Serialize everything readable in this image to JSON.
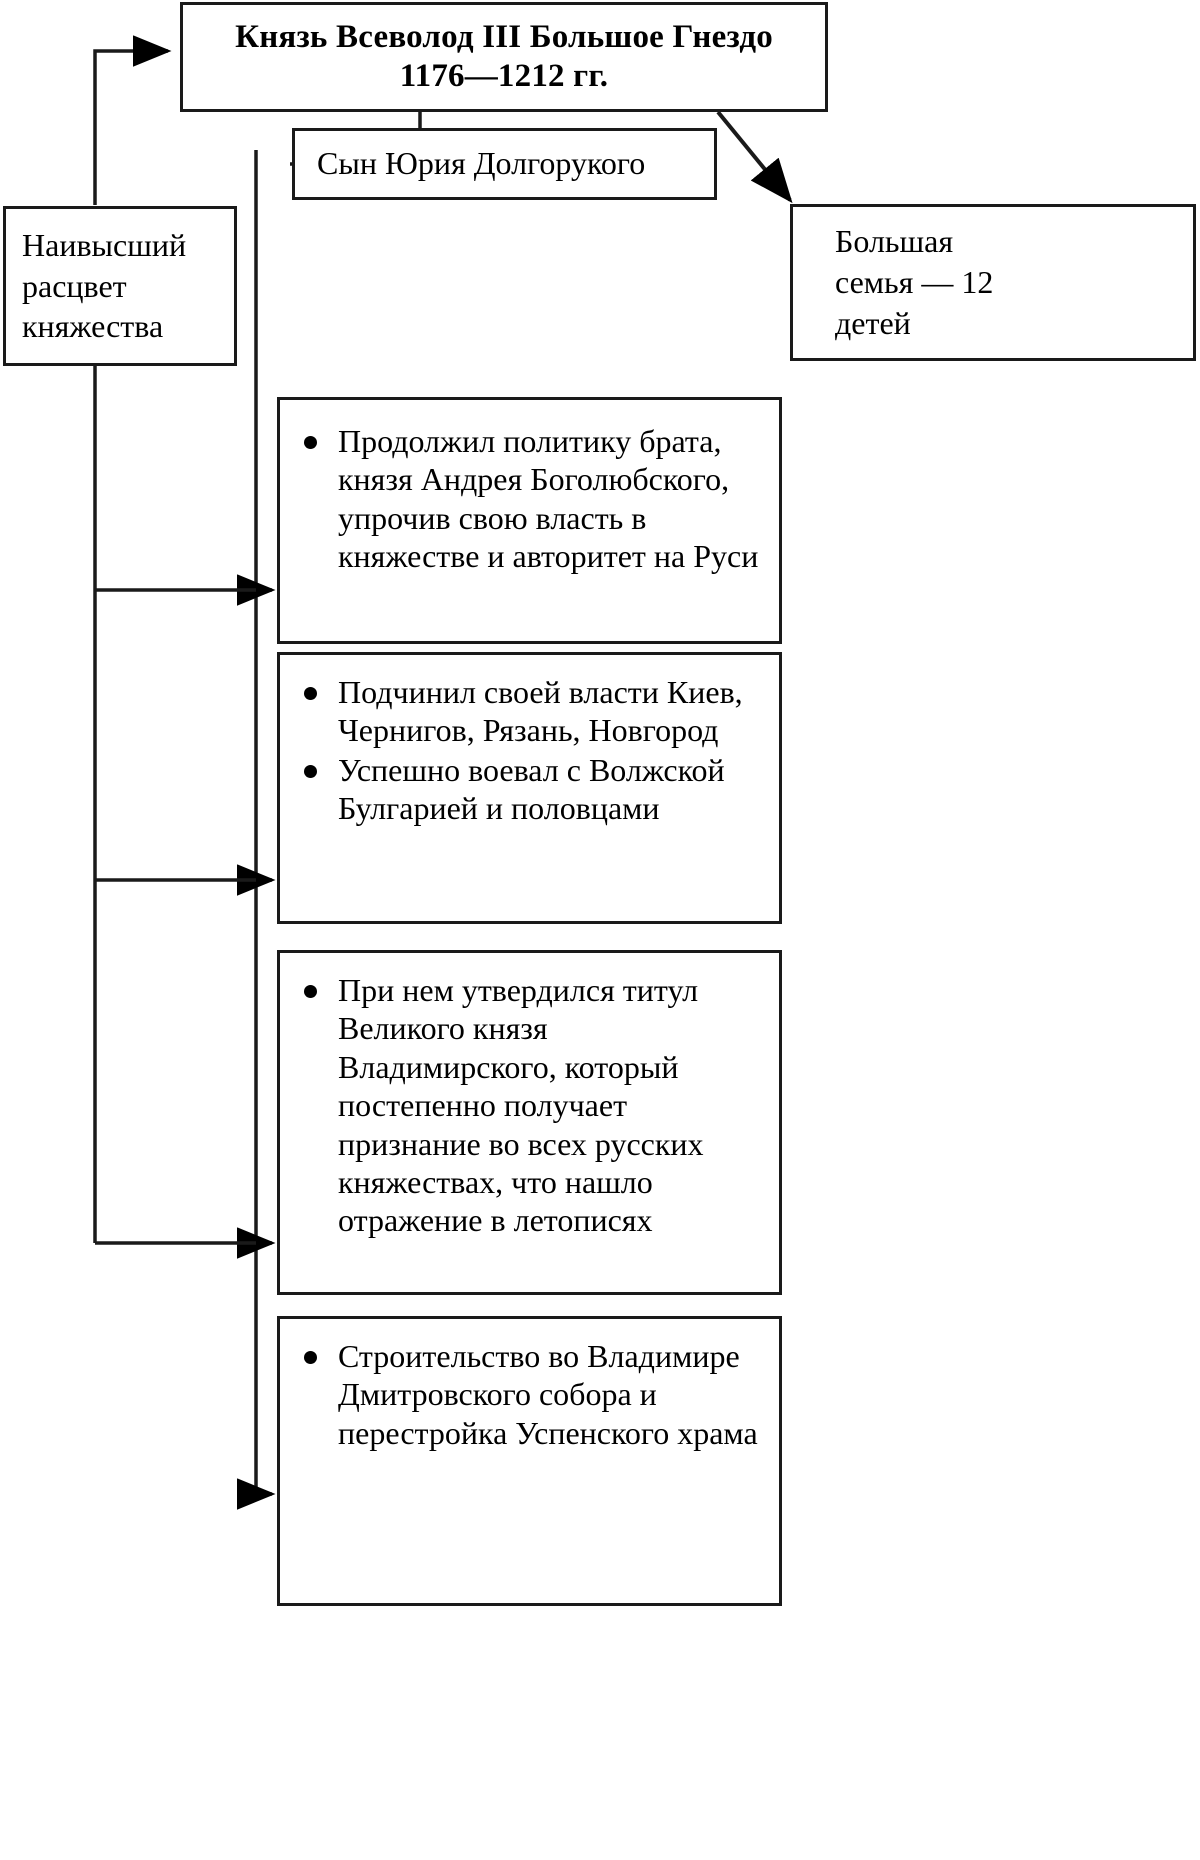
{
  "diagram": {
    "title_box": {
      "line1": "Князь Всеволод III Большое Гнездо",
      "line2": "1176—1212 гг."
    },
    "son_box": {
      "text": "Сын Юрия Долгорукого"
    },
    "heyday_box": {
      "line1": "Наивысший",
      "line2": "расцвет",
      "line3": "княжества"
    },
    "family_box": {
      "line1": "Большая",
      "line2": "семья — 12",
      "line3": "детей"
    },
    "bullet_boxes": [
      {
        "items": [
          "Продолжил политику брата, князя Андрея Боголюбского, упрочив свою власть в княжестве и авторитет на Руси"
        ]
      },
      {
        "items": [
          "Подчинил своей власти Киев, Чернигов, Рязань, Новгород",
          "Успешно воевал с Волжской Булгарией и половцами"
        ]
      },
      {
        "items": [
          "При нем утвердился титул Великого князя Владимирского, который постепенно получает признание во всех русских княжествах, что нашло отражение в летописях"
        ]
      },
      {
        "items": [
          "Строительство во Владимире Дмитровского собора и перестройка Успенского храма"
        ]
      }
    ]
  },
  "colors": {
    "line": "#1a1a1a",
    "text": "#000000",
    "background": "#ffffff"
  }
}
